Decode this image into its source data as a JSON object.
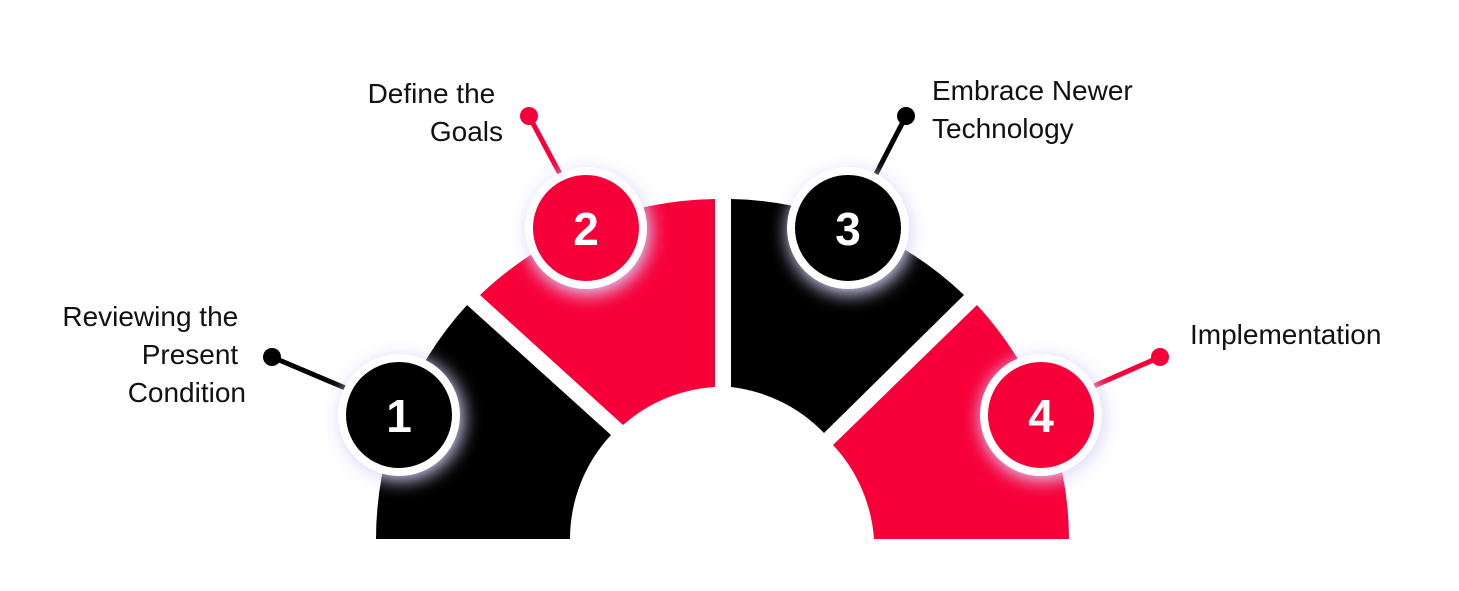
{
  "colors": {
    "black": "#000000",
    "red": "#f7003a",
    "ring_border": "#ffffff",
    "glow": "#d9d8ff"
  },
  "steps": [
    {
      "number": "1",
      "label_lines": [
        "Reviewing the",
        "Present",
        "Condition"
      ],
      "color": "#000000"
    },
    {
      "number": "2",
      "label_lines": [
        "Define the",
        "Goals"
      ],
      "color": "#f7003a"
    },
    {
      "number": "3",
      "label_lines": [
        "Embrace Newer",
        "Technology"
      ],
      "color": "#000000"
    },
    {
      "number": "4",
      "label_lines": [
        "Implementation"
      ],
      "color": "#f7003a"
    }
  ]
}
